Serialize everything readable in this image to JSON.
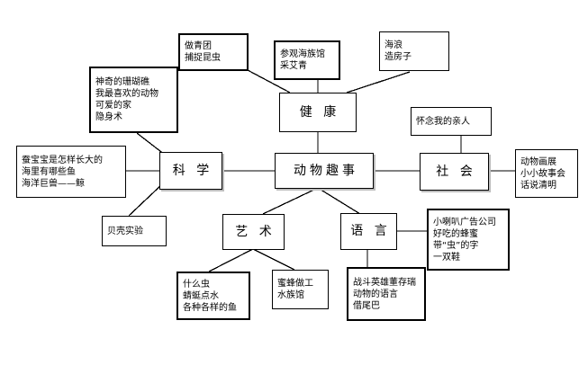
{
  "diagram": {
    "type": "mind-map",
    "title": "动物趣事",
    "background_color": "#ffffff",
    "line_color": "#000000",
    "text_color": "#000000",
    "nodes": [
      {
        "id": "topic_make_qingtuan",
        "role": "leaf",
        "lines": [
          "做青团",
          "捕捉昆虫"
        ]
      },
      {
        "id": "topic_visit_aquarium",
        "role": "leaf",
        "lines": [
          "参观海族馆",
          "采艾青"
        ]
      },
      {
        "id": "topic_sea_waves",
        "role": "leaf",
        "lines": [
          "海浪",
          "造房子"
        ]
      },
      {
        "id": "topic_coral_reef",
        "role": "leaf",
        "lines": [
          "神奇的珊瑚礁",
          "我最喜欢的动物",
          "可爱的家",
          "隐身术"
        ]
      },
      {
        "id": "branch_health",
        "role": "branch",
        "lines": [
          "健 康"
        ]
      },
      {
        "id": "topic_silkworm",
        "role": "leaf",
        "lines": [
          "蚕宝宝是怎样长大的",
          "海里有哪些鱼",
          "海洋巨兽——鲸"
        ]
      },
      {
        "id": "branch_science",
        "role": "branch",
        "lines": [
          "科 学"
        ]
      },
      {
        "id": "center_animal_stories",
        "role": "center",
        "lines": [
          "动物趣事"
        ]
      },
      {
        "id": "topic_remember_relatives",
        "role": "leaf",
        "lines": [
          "怀念我的亲人"
        ]
      },
      {
        "id": "branch_society",
        "role": "branch",
        "lines": [
          "社 会"
        ]
      },
      {
        "id": "topic_animal_exhibition",
        "role": "leaf",
        "lines": [
          "动物画展",
          "小小故事会",
          "话说清明"
        ]
      },
      {
        "id": "topic_shell_experiment",
        "role": "leaf",
        "lines": [
          "贝壳实验"
        ]
      },
      {
        "id": "branch_art",
        "role": "branch",
        "lines": [
          "艺 术"
        ]
      },
      {
        "id": "branch_language",
        "role": "branch",
        "lines": [
          "语 言"
        ]
      },
      {
        "id": "topic_trumpet_ad",
        "role": "leaf",
        "lines": [
          "小喇叭广告公司",
          "好吃的蜂蜜",
          "带“虫”的字",
          "一双鞋"
        ]
      },
      {
        "id": "topic_what_bug",
        "role": "leaf",
        "lines": [
          "什么虫",
          "蜻蜓点水",
          "各种各样的鱼"
        ]
      },
      {
        "id": "topic_bees_work",
        "role": "leaf",
        "lines": [
          "蜜蜂做工",
          "水族馆"
        ]
      },
      {
        "id": "topic_war_hero",
        "role": "leaf",
        "lines": [
          "战斗英雄董存瑞",
          "动物的语言",
          "借尾巴"
        ]
      }
    ],
    "edges": [
      {
        "from": "topic_make_qingtuan",
        "to": "branch_health"
      },
      {
        "from": "topic_visit_aquarium",
        "to": "branch_health"
      },
      {
        "from": "topic_sea_waves",
        "to": "branch_health"
      },
      {
        "from": "branch_health",
        "to": "center_animal_stories"
      },
      {
        "from": "topic_coral_reef",
        "to": "branch_science"
      },
      {
        "from": "topic_silkworm",
        "to": "branch_science"
      },
      {
        "from": "topic_shell_experiment",
        "to": "branch_science"
      },
      {
        "from": "branch_science",
        "to": "center_animal_stories"
      },
      {
        "from": "center_animal_stories",
        "to": "branch_society"
      },
      {
        "from": "topic_remember_relatives",
        "to": "branch_society"
      },
      {
        "from": "branch_society",
        "to": "topic_animal_exhibition"
      },
      {
        "from": "center_animal_stories",
        "to": "branch_art"
      },
      {
        "from": "center_animal_stories",
        "to": "branch_language"
      },
      {
        "from": "branch_art",
        "to": "topic_what_bug"
      },
      {
        "from": "branch_art",
        "to": "topic_bees_work"
      },
      {
        "from": "branch_language",
        "to": "topic_war_hero"
      },
      {
        "from": "branch_language",
        "to": "topic_trumpet_ad"
      }
    ]
  }
}
